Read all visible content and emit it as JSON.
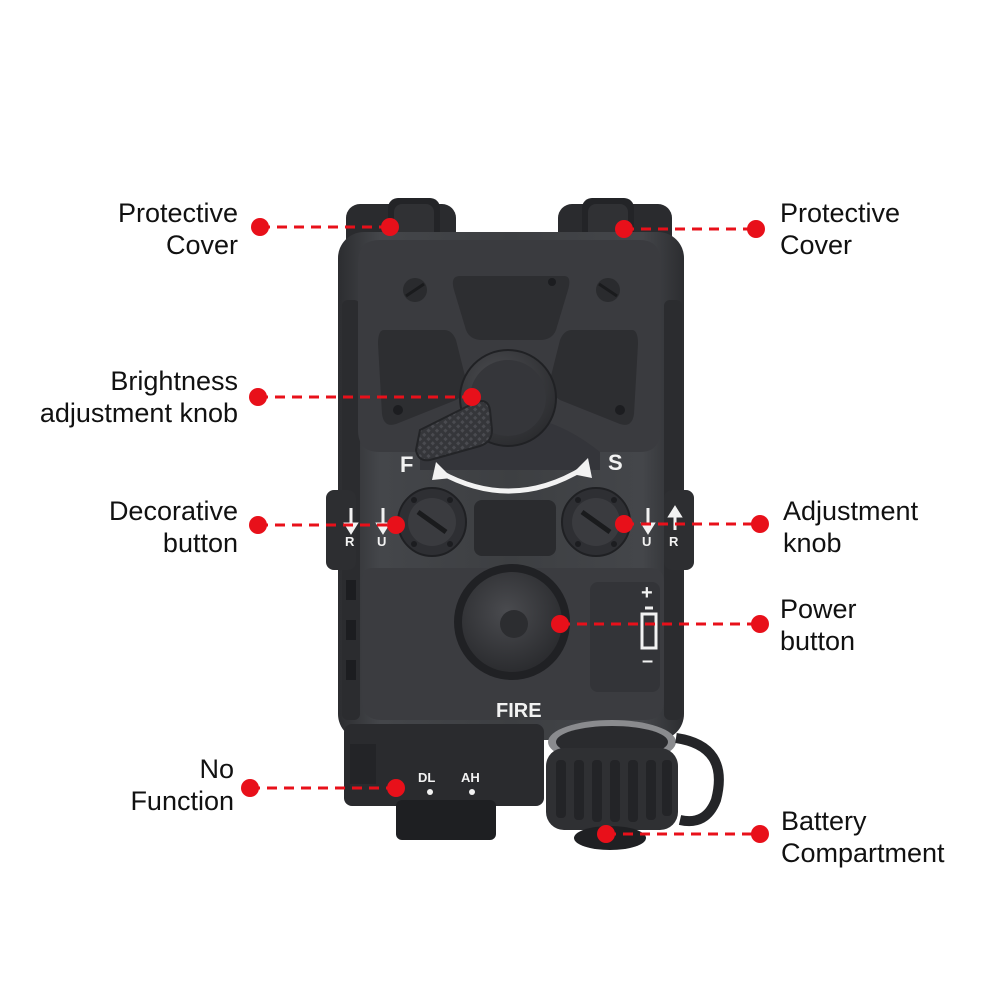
{
  "colors": {
    "callout_red": "#e8101a",
    "device_body": "#3a3b3e",
    "device_dark": "#242528",
    "device_marking": "#f2f2f2"
  },
  "callouts": {
    "protective_cover_left": {
      "line1": "Protective",
      "line2": "Cover"
    },
    "protective_cover_right": {
      "line1": "Protective",
      "line2": "Cover"
    },
    "brightness_knob": {
      "line1": "Brightness",
      "line2": "adjustment knob"
    },
    "decorative_button": {
      "line1": "Decorative",
      "line2": "button"
    },
    "adjustment_knob": {
      "line1": "Adjustment",
      "line2": "knob"
    },
    "power_button": {
      "line1": "Power",
      "line2": "button"
    },
    "no_function": {
      "line1": "No",
      "line2": "Function"
    },
    "battery_compartment": {
      "line1": "Battery",
      "line2": "Compartment"
    }
  },
  "device_markings": {
    "f": "F",
    "s": "S",
    "fire": "FIRE",
    "dl": "DL",
    "ah": "AH",
    "u": "U",
    "r": "R",
    "plus": "+",
    "minus": "–"
  }
}
